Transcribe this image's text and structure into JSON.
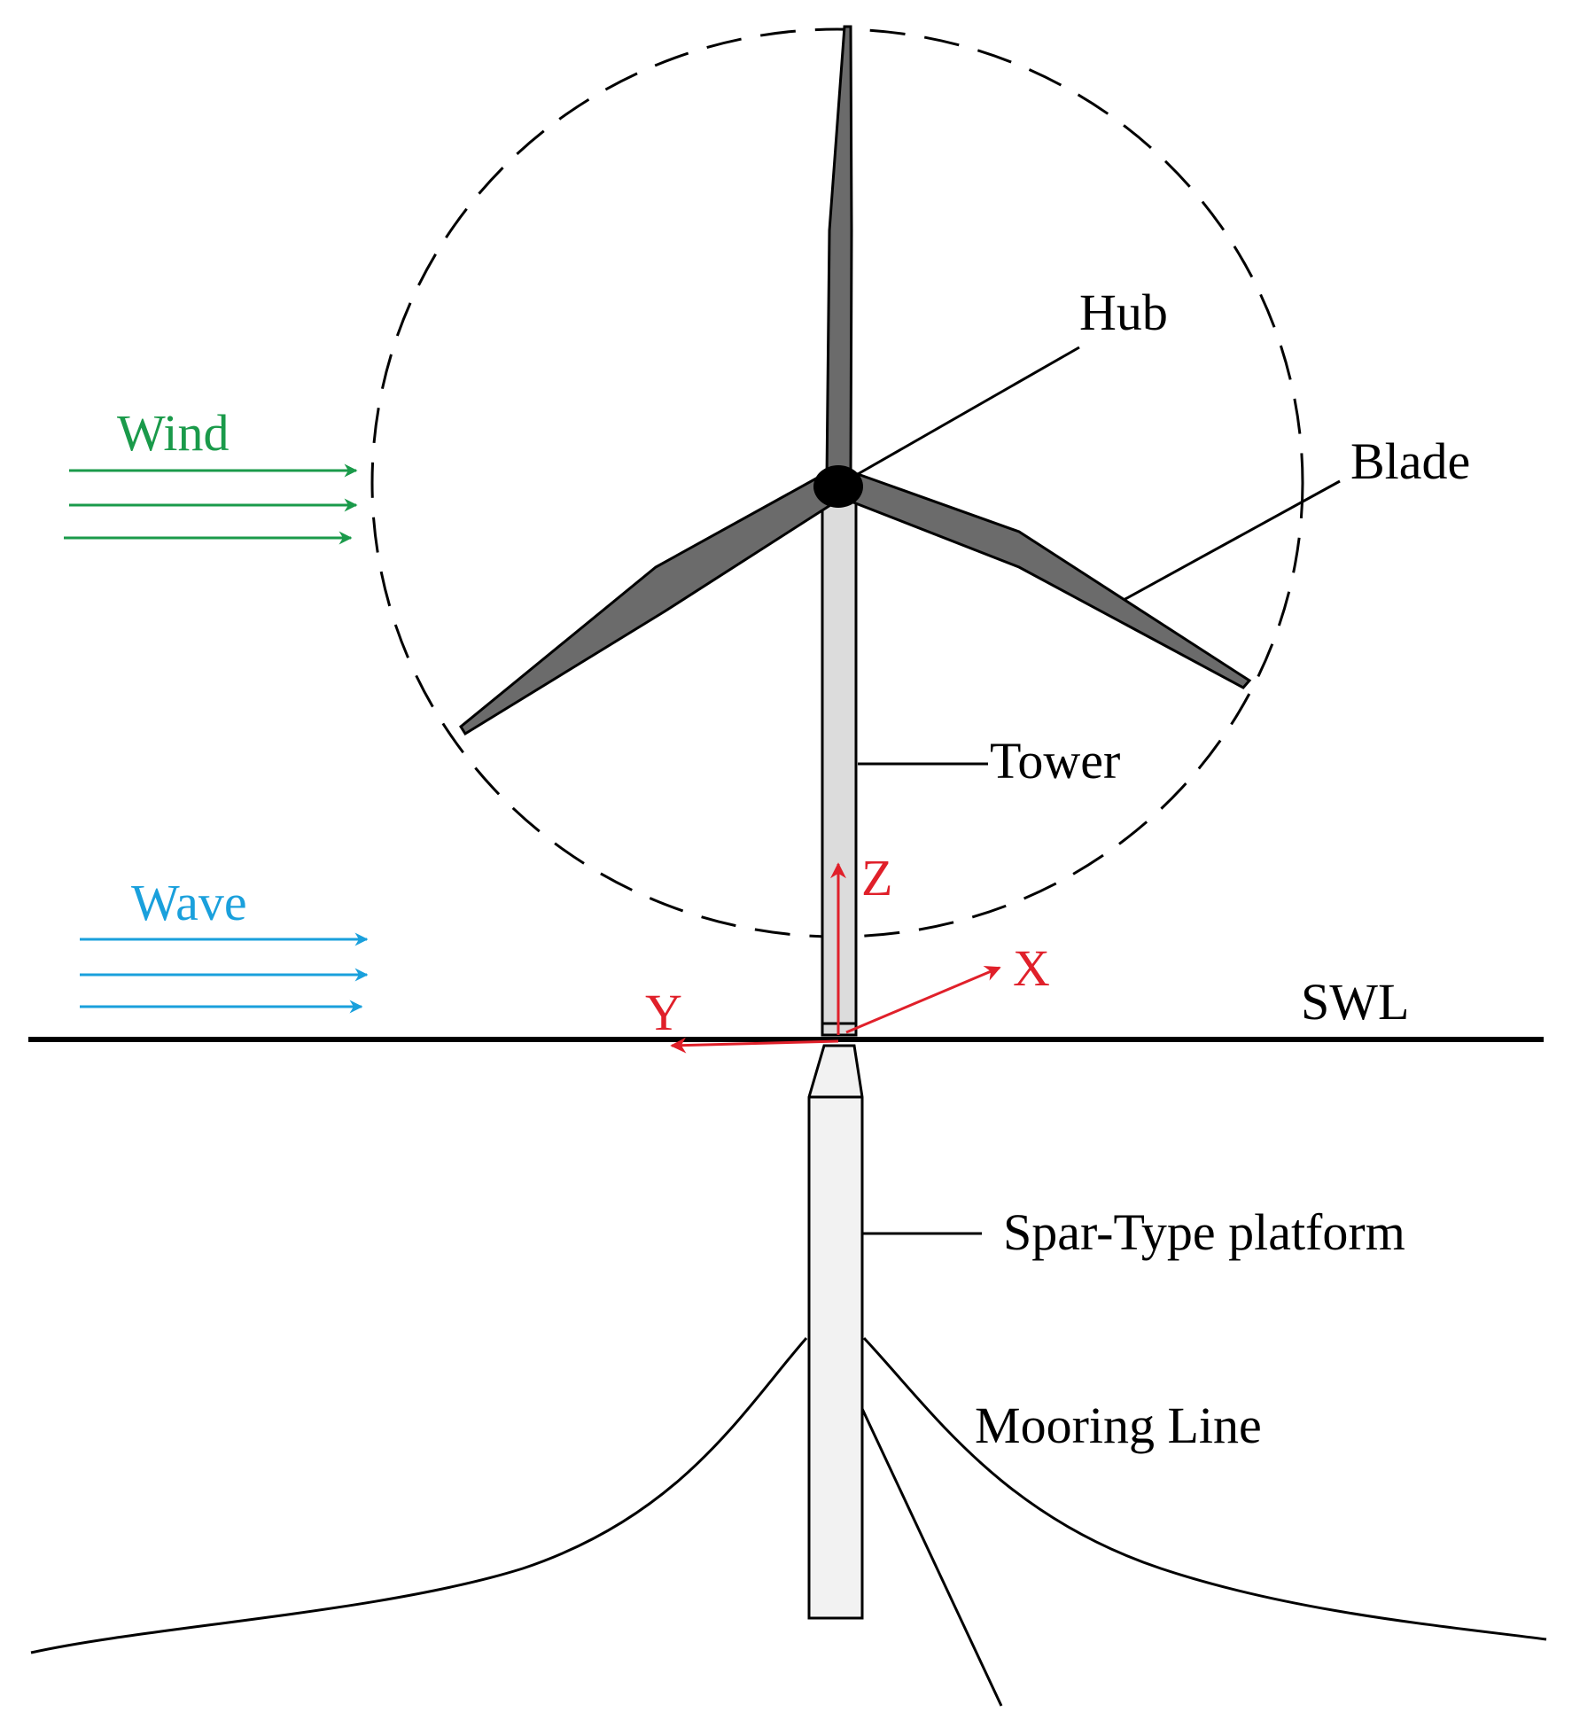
{
  "labels": {
    "hub": "Hub",
    "blade": "Blade",
    "wind": "Wind",
    "tower": "Tower",
    "wave": "Wave",
    "z_axis": "Z",
    "x_axis": "X",
    "y_axis": "Y",
    "swl": "SWL",
    "platform": "Spar-Type platform",
    "mooring": "Mooring Line"
  },
  "colors": {
    "wind": "#1a9a4a",
    "wave": "#1aa0dc",
    "axes": "#e0202a",
    "blade": "#6b6b6b",
    "tower": "#dcdcdc",
    "platform": "#f2f2f2",
    "line": "#000000"
  }
}
